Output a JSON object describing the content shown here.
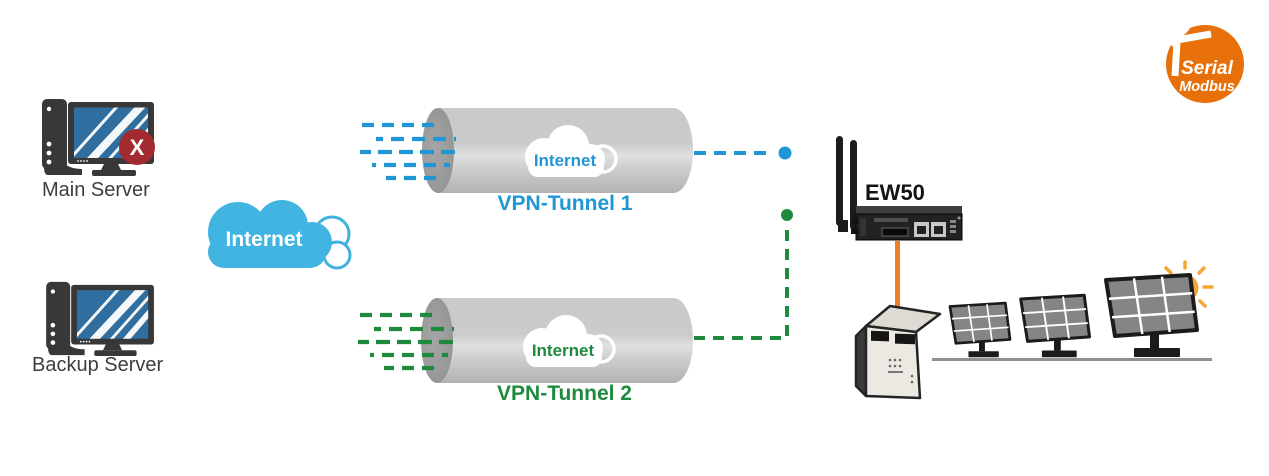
{
  "badge": {
    "line1": "Serial",
    "line2": "Modbus"
  },
  "servers": {
    "main": {
      "label": "Main Server",
      "status": "offline"
    },
    "backup": {
      "label": "Backup Server"
    }
  },
  "internet_cloud": {
    "label": "Internet"
  },
  "tunnels": {
    "t1": {
      "label": "VPN-Tunnel 1",
      "cloud_label": "Internet"
    },
    "t2": {
      "label": "VPN-Tunnel 2",
      "cloud_label": "Internet"
    }
  },
  "router": {
    "label": "EW50"
  },
  "colors": {
    "blue_accent": "#1F97D4",
    "green_accent": "#1E8A3E",
    "cloud_blue": "#41B4E1",
    "badge_orange": "#E8700A",
    "cable_orange": "#F07E26",
    "error_red": "#A32A2E",
    "sun_orange": "#F4A636",
    "tunnel_gray": "#C9C9C9"
  }
}
